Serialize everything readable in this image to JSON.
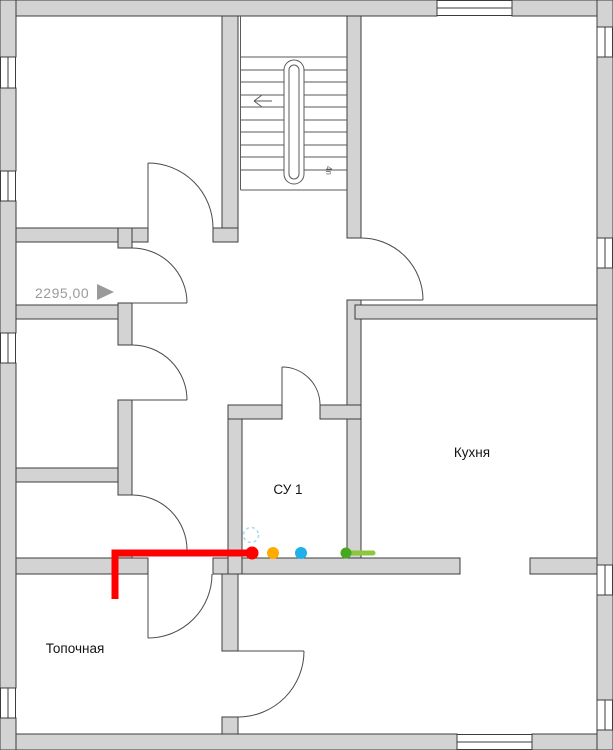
{
  "plan": {
    "dimension_label": "2295,00",
    "rooms": {
      "bathroom": "СУ 1",
      "kitchen": "Кухня",
      "boiler": "Топочная"
    },
    "stair_mark": "4п"
  },
  "colors": {
    "wall_fill": "#d3d3d3",
    "wall_stroke": "#3c3c3c",
    "dimension_text": "#9a9a9a",
    "pipe": "#ff0000",
    "marker_red": "#ff0000",
    "marker_orange": "#ffab00",
    "marker_blue": "#1fb0e8",
    "marker_green_dot": "#46a81f",
    "marker_green_line": "#8cc63f",
    "dashed_circle": "#a5d9f0"
  }
}
